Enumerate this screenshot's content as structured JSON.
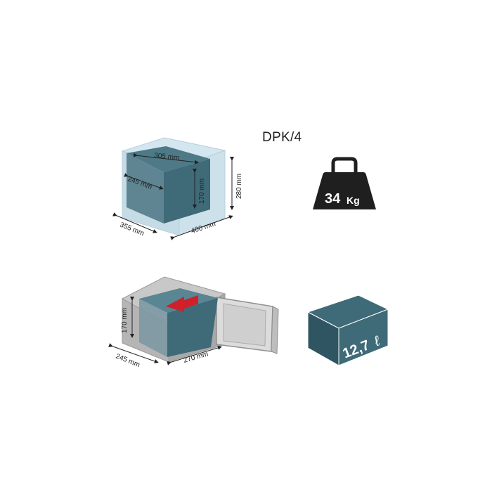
{
  "model": "DPK/4",
  "colors": {
    "box_fill": "#3f6a78",
    "box_fill_dark": "#2f5562",
    "glass": "#d4e6ef",
    "glass_edge": "#b8d0dc",
    "grey_body": "#b5b5b5",
    "grey_dark": "#8f8f8f",
    "door": "#dcdcdc",
    "arrow": "#d0202a",
    "weight": "#1f1f1f"
  },
  "exterior": {
    "depth": "355 mm",
    "width": "400 mm",
    "height": "280 mm"
  },
  "interior": {
    "width": "305 mm",
    "depth": "245 mm",
    "height": "170 mm"
  },
  "usable": {
    "height": "170 mm",
    "depth": "245 mm",
    "width": "270 mm"
  },
  "weight": {
    "value": "34",
    "unit": "Kg"
  },
  "volume": {
    "value": "12,7",
    "unit": "ℓ"
  }
}
